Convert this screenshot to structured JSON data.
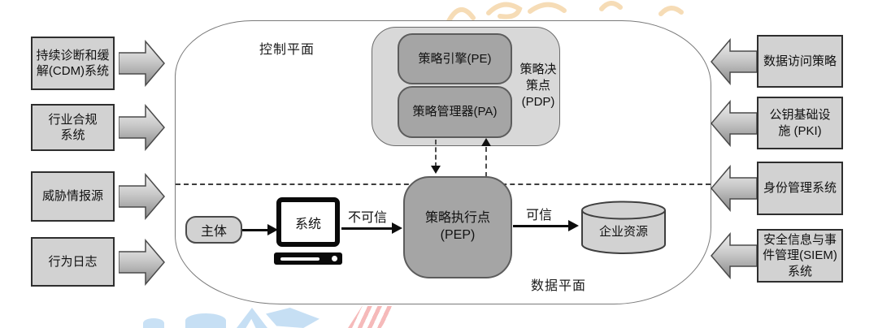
{
  "diagram": {
    "planes": {
      "control": "控制平面",
      "data": "数据平面"
    },
    "left_inputs": [
      {
        "lines": [
          "持续诊断和缓",
          "解(CDM)系统"
        ]
      },
      {
        "lines": [
          "行业合规",
          "系统"
        ]
      },
      {
        "lines": [
          "威胁情报源",
          ""
        ]
      },
      {
        "lines": [
          "行为日志",
          ""
        ]
      }
    ],
    "right_inputs": [
      {
        "lines": [
          "数据访问策略",
          "",
          ""
        ]
      },
      {
        "lines": [
          "公钥基础设",
          "施 (PKI)",
          ""
        ]
      },
      {
        "lines": [
          "身份管理系统",
          "",
          ""
        ]
      },
      {
        "lines": [
          "安全信息与事",
          "件管理(SIEM)",
          "系统"
        ]
      }
    ],
    "pdp": {
      "label_lines": [
        "策略决",
        "策点",
        "(PDP)"
      ],
      "pe": "策略引擎(PE)",
      "pa": "策略管理器(PA)"
    },
    "pep": {
      "lines": [
        "策略执行点",
        "(PEP)"
      ]
    },
    "subject": "主体",
    "system": "系统",
    "untrusted_label": "不可信",
    "trusted_label": "可信",
    "resource": "企业资源"
  },
  "colors": {
    "box_fill": "#d2d2d2",
    "box_border": "#2e2e2e",
    "inner_fill": "#a5a5a5",
    "inner_border": "#5c5c5c",
    "pdp_fill": "#d8d8d8",
    "container_border": "#7a7a7a",
    "arrow_grad_top": "#efefef",
    "arrow_grad_bottom": "#8a8a8a",
    "arrow_stroke": "#4a4a4a",
    "wm_blue": "#bcd9f2",
    "wm_pink": "#f3a9a9",
    "wm_orange": "#eec07a"
  }
}
